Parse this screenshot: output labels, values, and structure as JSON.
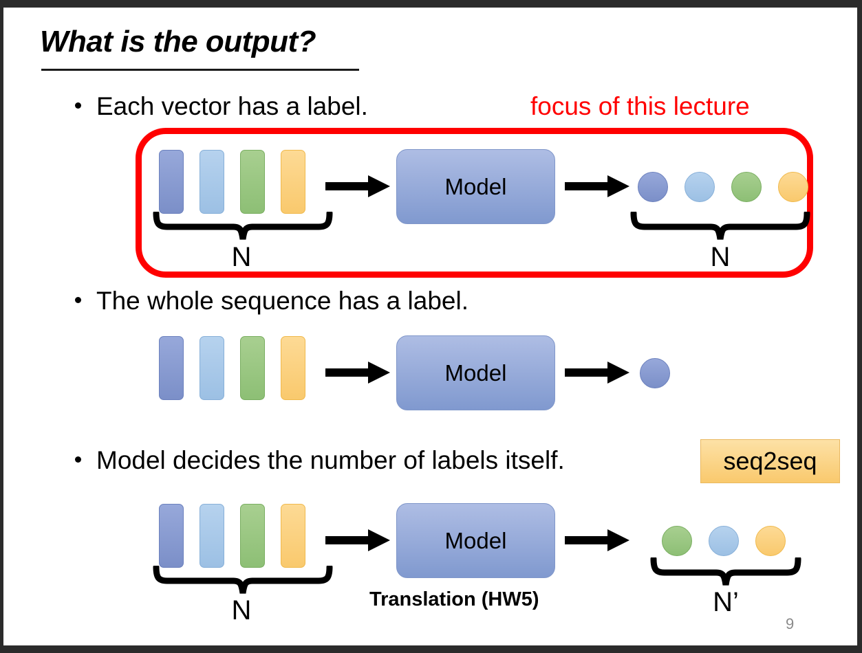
{
  "slide": {
    "title": "What is the output?",
    "page_number": "9",
    "accent_red": "#ff0000",
    "colors": {
      "vector_blue": "#8094cf",
      "vector_light_blue": "#a8c8e8",
      "vector_green": "#95c47d",
      "vector_orange": "#fcd07d",
      "model_box": "#8099cf",
      "seq2seq_box": "#f9c96d",
      "page_number_gray": "#8a8a8a"
    },
    "annotations": {
      "focus": "focus of this lecture",
      "seq2seq": "seq2seq",
      "translation": "Translation (HW5)"
    },
    "bullets": [
      {
        "text": "Each vector has a label."
      },
      {
        "text": "The whole sequence has a label."
      },
      {
        "text": "Model decides the number of labels itself."
      }
    ],
    "rows": [
      {
        "id": "row-n-to-n",
        "model_label": "Model",
        "input_bars": [
          "blue",
          "light-blue",
          "green",
          "orange"
        ],
        "input_brace_label": "N",
        "output_circles": [
          "blue",
          "light-blue",
          "green",
          "orange"
        ],
        "output_brace_label": "N",
        "highlighted": true
      },
      {
        "id": "row-n-to-1",
        "model_label": "Model",
        "input_bars": [
          "blue",
          "light-blue",
          "green",
          "orange"
        ],
        "input_brace_label": "",
        "output_circles": [
          "blue"
        ],
        "output_brace_label": "",
        "highlighted": false
      },
      {
        "id": "row-seq2seq",
        "model_label": "Model",
        "input_bars": [
          "blue",
          "light-blue",
          "green",
          "orange"
        ],
        "input_brace_label": "N",
        "output_circles": [
          "green",
          "light-blue",
          "orange"
        ],
        "output_brace_label": "N’",
        "highlighted": false
      }
    ]
  }
}
